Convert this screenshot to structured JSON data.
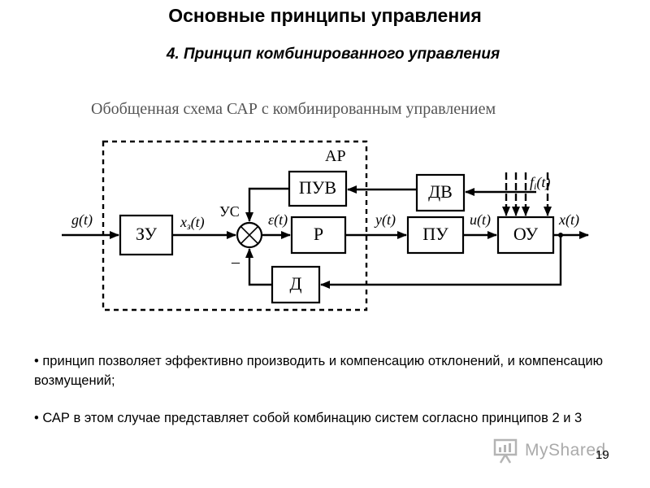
{
  "slide": {
    "title": "Основные принципы управления",
    "subtitle": "4. Принцип комбинированного управления",
    "page_number": "19"
  },
  "diagram": {
    "caption": "Обобщенная схема САР с комбинированным управлением",
    "group_label": "АР",
    "blocks": {
      "zu": "ЗУ",
      "puv": "ПУВ",
      "r": "Р",
      "d": "Д",
      "dv": "ДВ",
      "pu": "ПУ",
      "ou": "ОУ"
    },
    "summator_label": "УС",
    "minus_sign": "–",
    "signals": {
      "g": "g(t)",
      "xz": "xз(t)",
      "eps": "ε(t)",
      "y": "y(t)",
      "u": "u(t)",
      "x": "x(t)",
      "f": "fi(t)"
    }
  },
  "bullets": [
    "• принцип позволяет эффективно производить и компенсацию отклонений, и компенсацию возмущений;",
    "• САР в этом случае представляет собой комбинацию систем согласно принципов 2 и 3"
  ],
  "watermark": {
    "brand": "MyShared",
    "icon": "presentation-board-icon"
  }
}
